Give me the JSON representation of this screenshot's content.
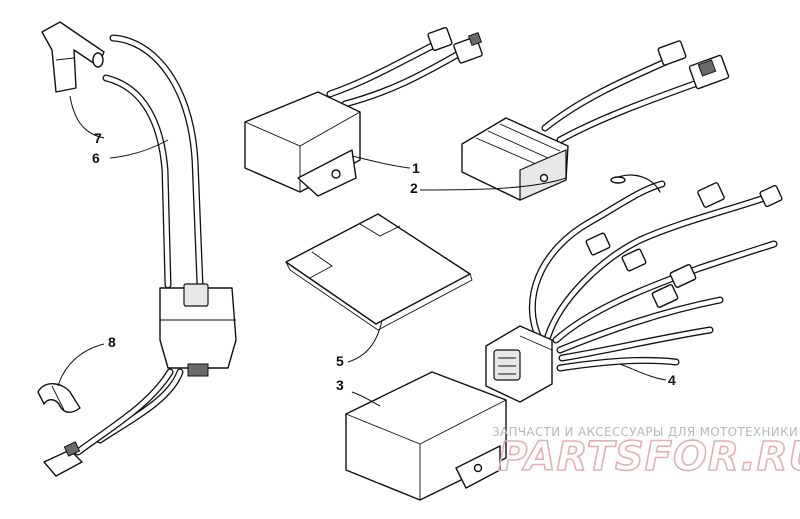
{
  "callouts": [
    "1",
    "2",
    "3",
    "4",
    "5",
    "6",
    "7",
    "8"
  ],
  "watermark": {
    "subtitle": "ЗАПЧАСТИ И АКСЕССУАРЫ ДЛЯ МОТОТЕХНИКИ",
    "logo": "PARTSFOR.RU",
    "color": "#e3b1b1"
  },
  "parts": [
    {
      "id": "cdi-module",
      "callout": "1"
    },
    {
      "id": "voltage-regulator",
      "callout": "2"
    },
    {
      "id": "ecu-box",
      "callout": "3"
    },
    {
      "id": "wiring-harness",
      "callout": "4"
    },
    {
      "id": "ecu-pad",
      "callout": "5"
    },
    {
      "id": "ignition-coil",
      "callout": "6"
    },
    {
      "id": "spark-plug-cap",
      "callout": "7"
    },
    {
      "id": "wire-clip",
      "callout": "8"
    }
  ]
}
